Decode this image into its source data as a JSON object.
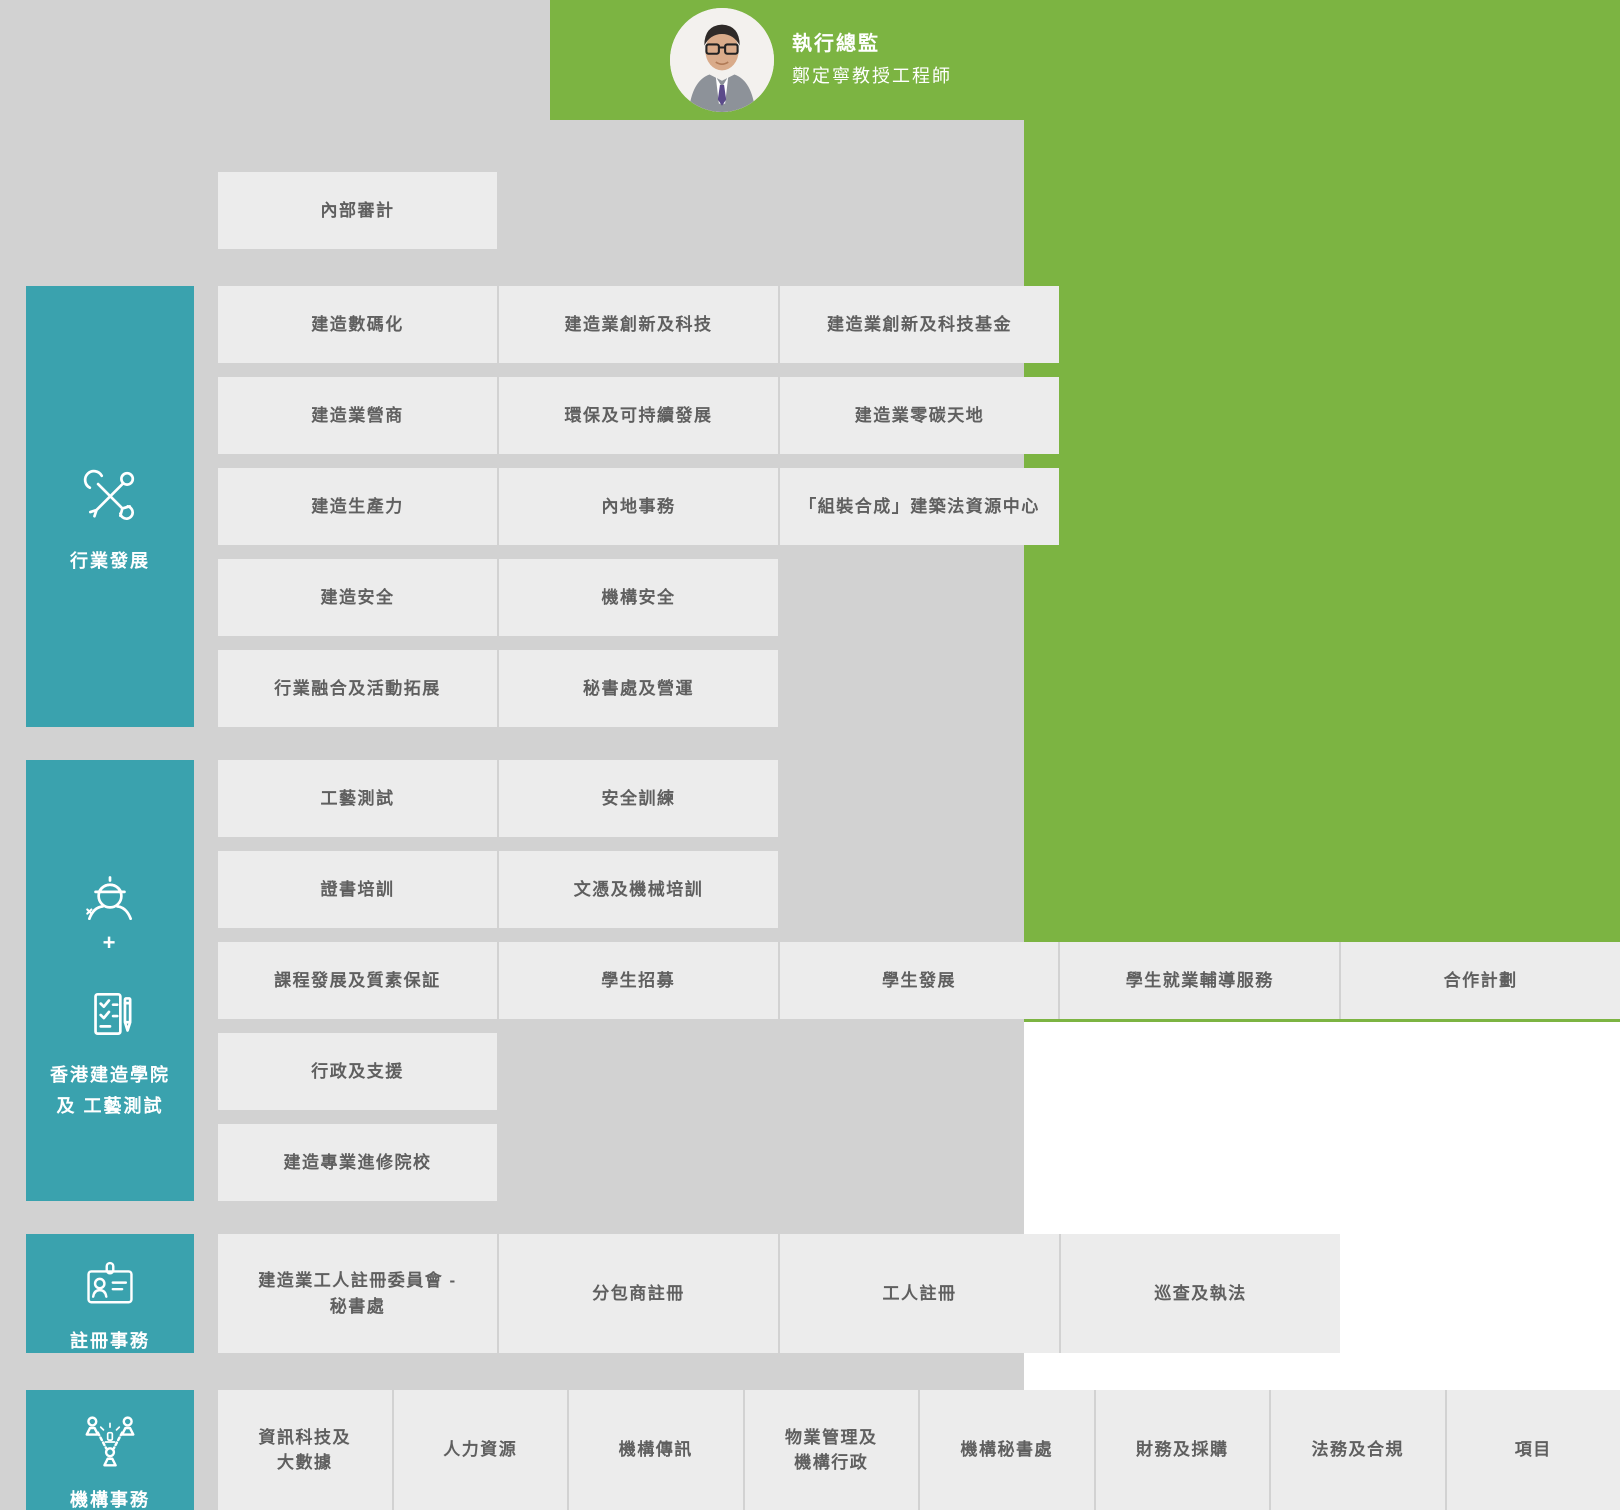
{
  "theme": {
    "green": "#7cb442",
    "teal": "#3aa2ae",
    "background_gray": "#d2d2d2",
    "box_gray": "#ececec",
    "box_text": "#5f5f5f",
    "header_text": "#ffffff"
  },
  "header": {
    "title": "執行總監",
    "name": "鄭定寧教授工程師",
    "photo": "director-portrait"
  },
  "internal_audit": {
    "label": "內部審計"
  },
  "sections": [
    {
      "id": "industry-development",
      "label": "行業發展",
      "icon": "crossed-tools-icon",
      "rows": [
        [
          "建造數碼化",
          "建造業創新及科技",
          "建造業創新及科技基金"
        ],
        [
          "建造業營商",
          "環保及可持續發展",
          "建造業零碳天地"
        ],
        [
          "建造生產力",
          "內地事務",
          "「組裝合成」建築法資源中心"
        ],
        [
          "建造安全",
          "機構安全"
        ],
        [
          "行業融合及活動拓展",
          "秘書處及營運"
        ]
      ]
    },
    {
      "id": "hkic-and-trade-testing",
      "label": "香港建造學院\n及 工藝測試",
      "icon": "construction-worker-icon",
      "icon2": "checklist-pencil-icon",
      "plus": "+",
      "rows": [
        [
          "工藝測試",
          "安全訓練"
        ],
        [
          "證書培訓",
          "文憑及機械培訓"
        ],
        [
          "課程發展及質素保証",
          "學生招募",
          "學生發展",
          "學生就業輔導服務",
          "合作計劃"
        ],
        [
          "行政及支援"
        ],
        [
          "建造專業進修院校"
        ]
      ]
    },
    {
      "id": "registration-services",
      "label": "註冊事務",
      "icon": "id-badge-icon",
      "rows": [
        [
          "建造業工人註冊委員會 -\n秘書處",
          "分包商註冊",
          "工人註冊",
          "巡查及執法"
        ]
      ]
    },
    {
      "id": "corporate-services",
      "label": "機構事務",
      "icon": "people-network-icon",
      "rows": [
        [
          "資訊科技及\n大數據",
          "人力資源",
          "機構傳訊",
          "物業管理及\n機構行政",
          "機構秘書處",
          "財務及採購",
          "法務及合規",
          "項目"
        ]
      ]
    }
  ]
}
